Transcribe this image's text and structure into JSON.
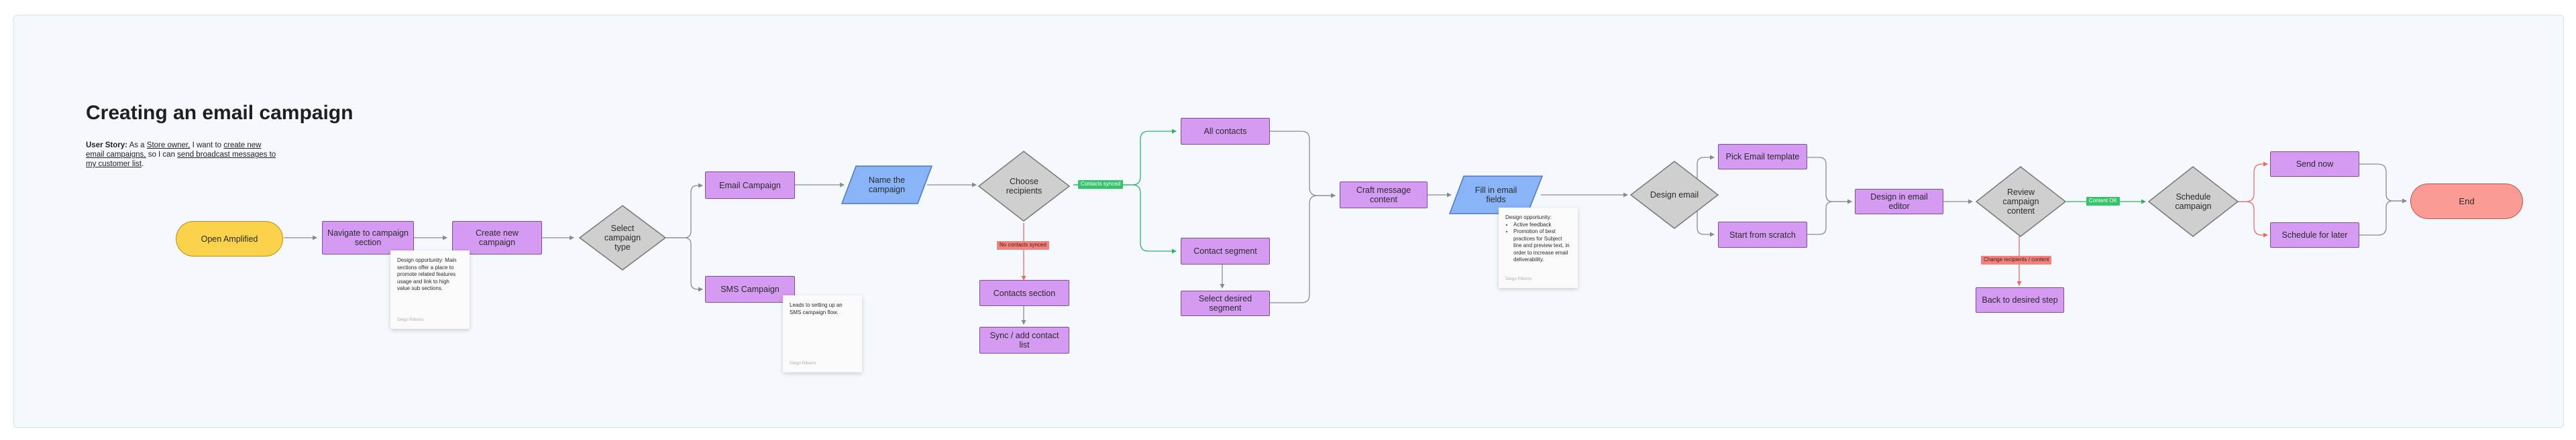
{
  "title": "Creating an email campaign",
  "story": {
    "label": "User Story:",
    "t1": "As a",
    "role": "Store owner,",
    "t2": "I want to",
    "want": "create new email campaigns,",
    "t3": "so I can",
    "goal": "send broadcast messages to my customer list",
    "t4": "."
  },
  "nodes": {
    "open": "Open Amplified",
    "navigate": "Navigate to campaign section",
    "create": "Create new campaign",
    "select_type": "Select campaign type",
    "email_campaign": "Email Campaign",
    "sms_campaign": "SMS Campaign",
    "name": "Name the campaign",
    "choose": "Choose recipients",
    "contacts_section": "Contacts section",
    "sync": "Sync / add contact list",
    "all_contacts": "All contacts",
    "contact_segment": "Contact segment",
    "select_segment": "Select desired segment",
    "craft": "Craft message content",
    "fill": "Fill in email fields",
    "design": "Design email",
    "pick": "Pick Email template",
    "scratch": "Start from scratch",
    "editor": "Design in email editor",
    "review": "Review campaign content",
    "back": "Back to desired step",
    "schedule": "Schedule campaign",
    "send_now": "Send now",
    "schedule_later": "Schedule for later",
    "end": "End"
  },
  "tags": {
    "contacts_synced": "Contacts synced",
    "no_contacts": "No contacts synced",
    "content_ok": "Content OK",
    "change": "Change recipients / content"
  },
  "notes": {
    "n1": "Design opportunity: Main sections offer a place to promote related features usage and link to high value sub sections.",
    "n1_author": "Diego Ribeiro",
    "n2": "Leads to setting up an SMS campaign flow.",
    "n2_author": "Diego Ribeiro",
    "n3_intro": "Design opportunity:",
    "n3_items": [
      "Active feedback",
      "Promotion of best practices for Subject line and preview text, in order to increase email deliverability."
    ],
    "n3_author": "Diego Ribeiro"
  },
  "colors": {
    "process": "#d59af2",
    "start": "#fbd24b",
    "end": "#fb9b96",
    "decision": "#cfcfcf",
    "input": "#8ab4f8",
    "success": "#35c46c",
    "error": "#f0837d",
    "edge": "#8a8a8a"
  }
}
